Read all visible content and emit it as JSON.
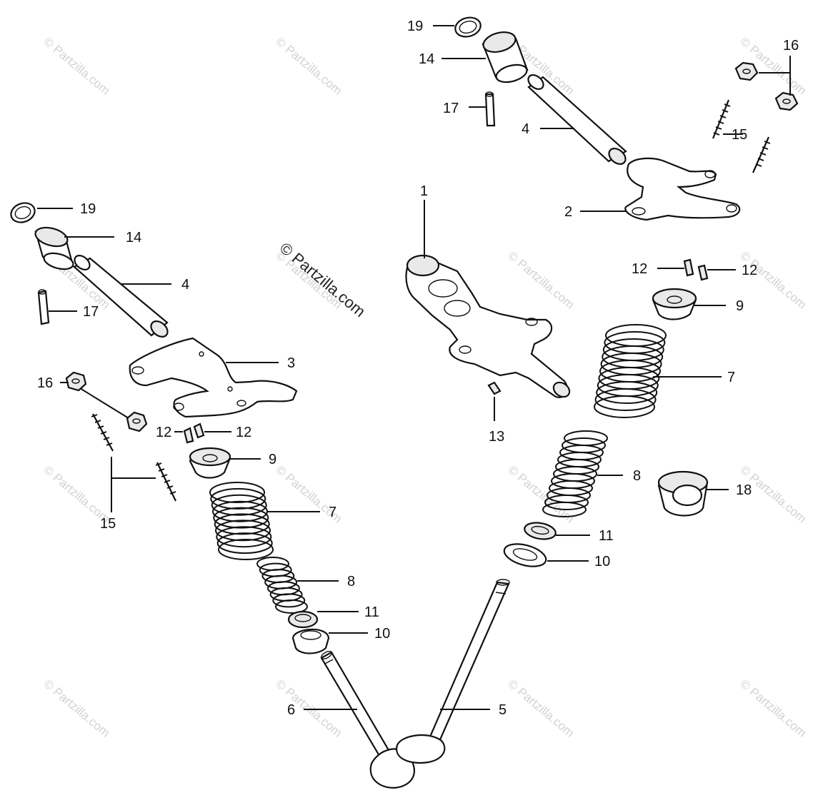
{
  "watermark": "© Partzilla.com",
  "credit": "© Partzilla.com",
  "callouts": [
    "1",
    "2",
    "3",
    "4",
    "5",
    "6",
    "7",
    "8",
    "9",
    "10",
    "11",
    "12",
    "13",
    "14",
    "15",
    "16",
    "17",
    "18",
    "19"
  ],
  "colors": {
    "ink": "#111111",
    "paper": "#ffffff",
    "watermark": "#d2d2d2"
  }
}
